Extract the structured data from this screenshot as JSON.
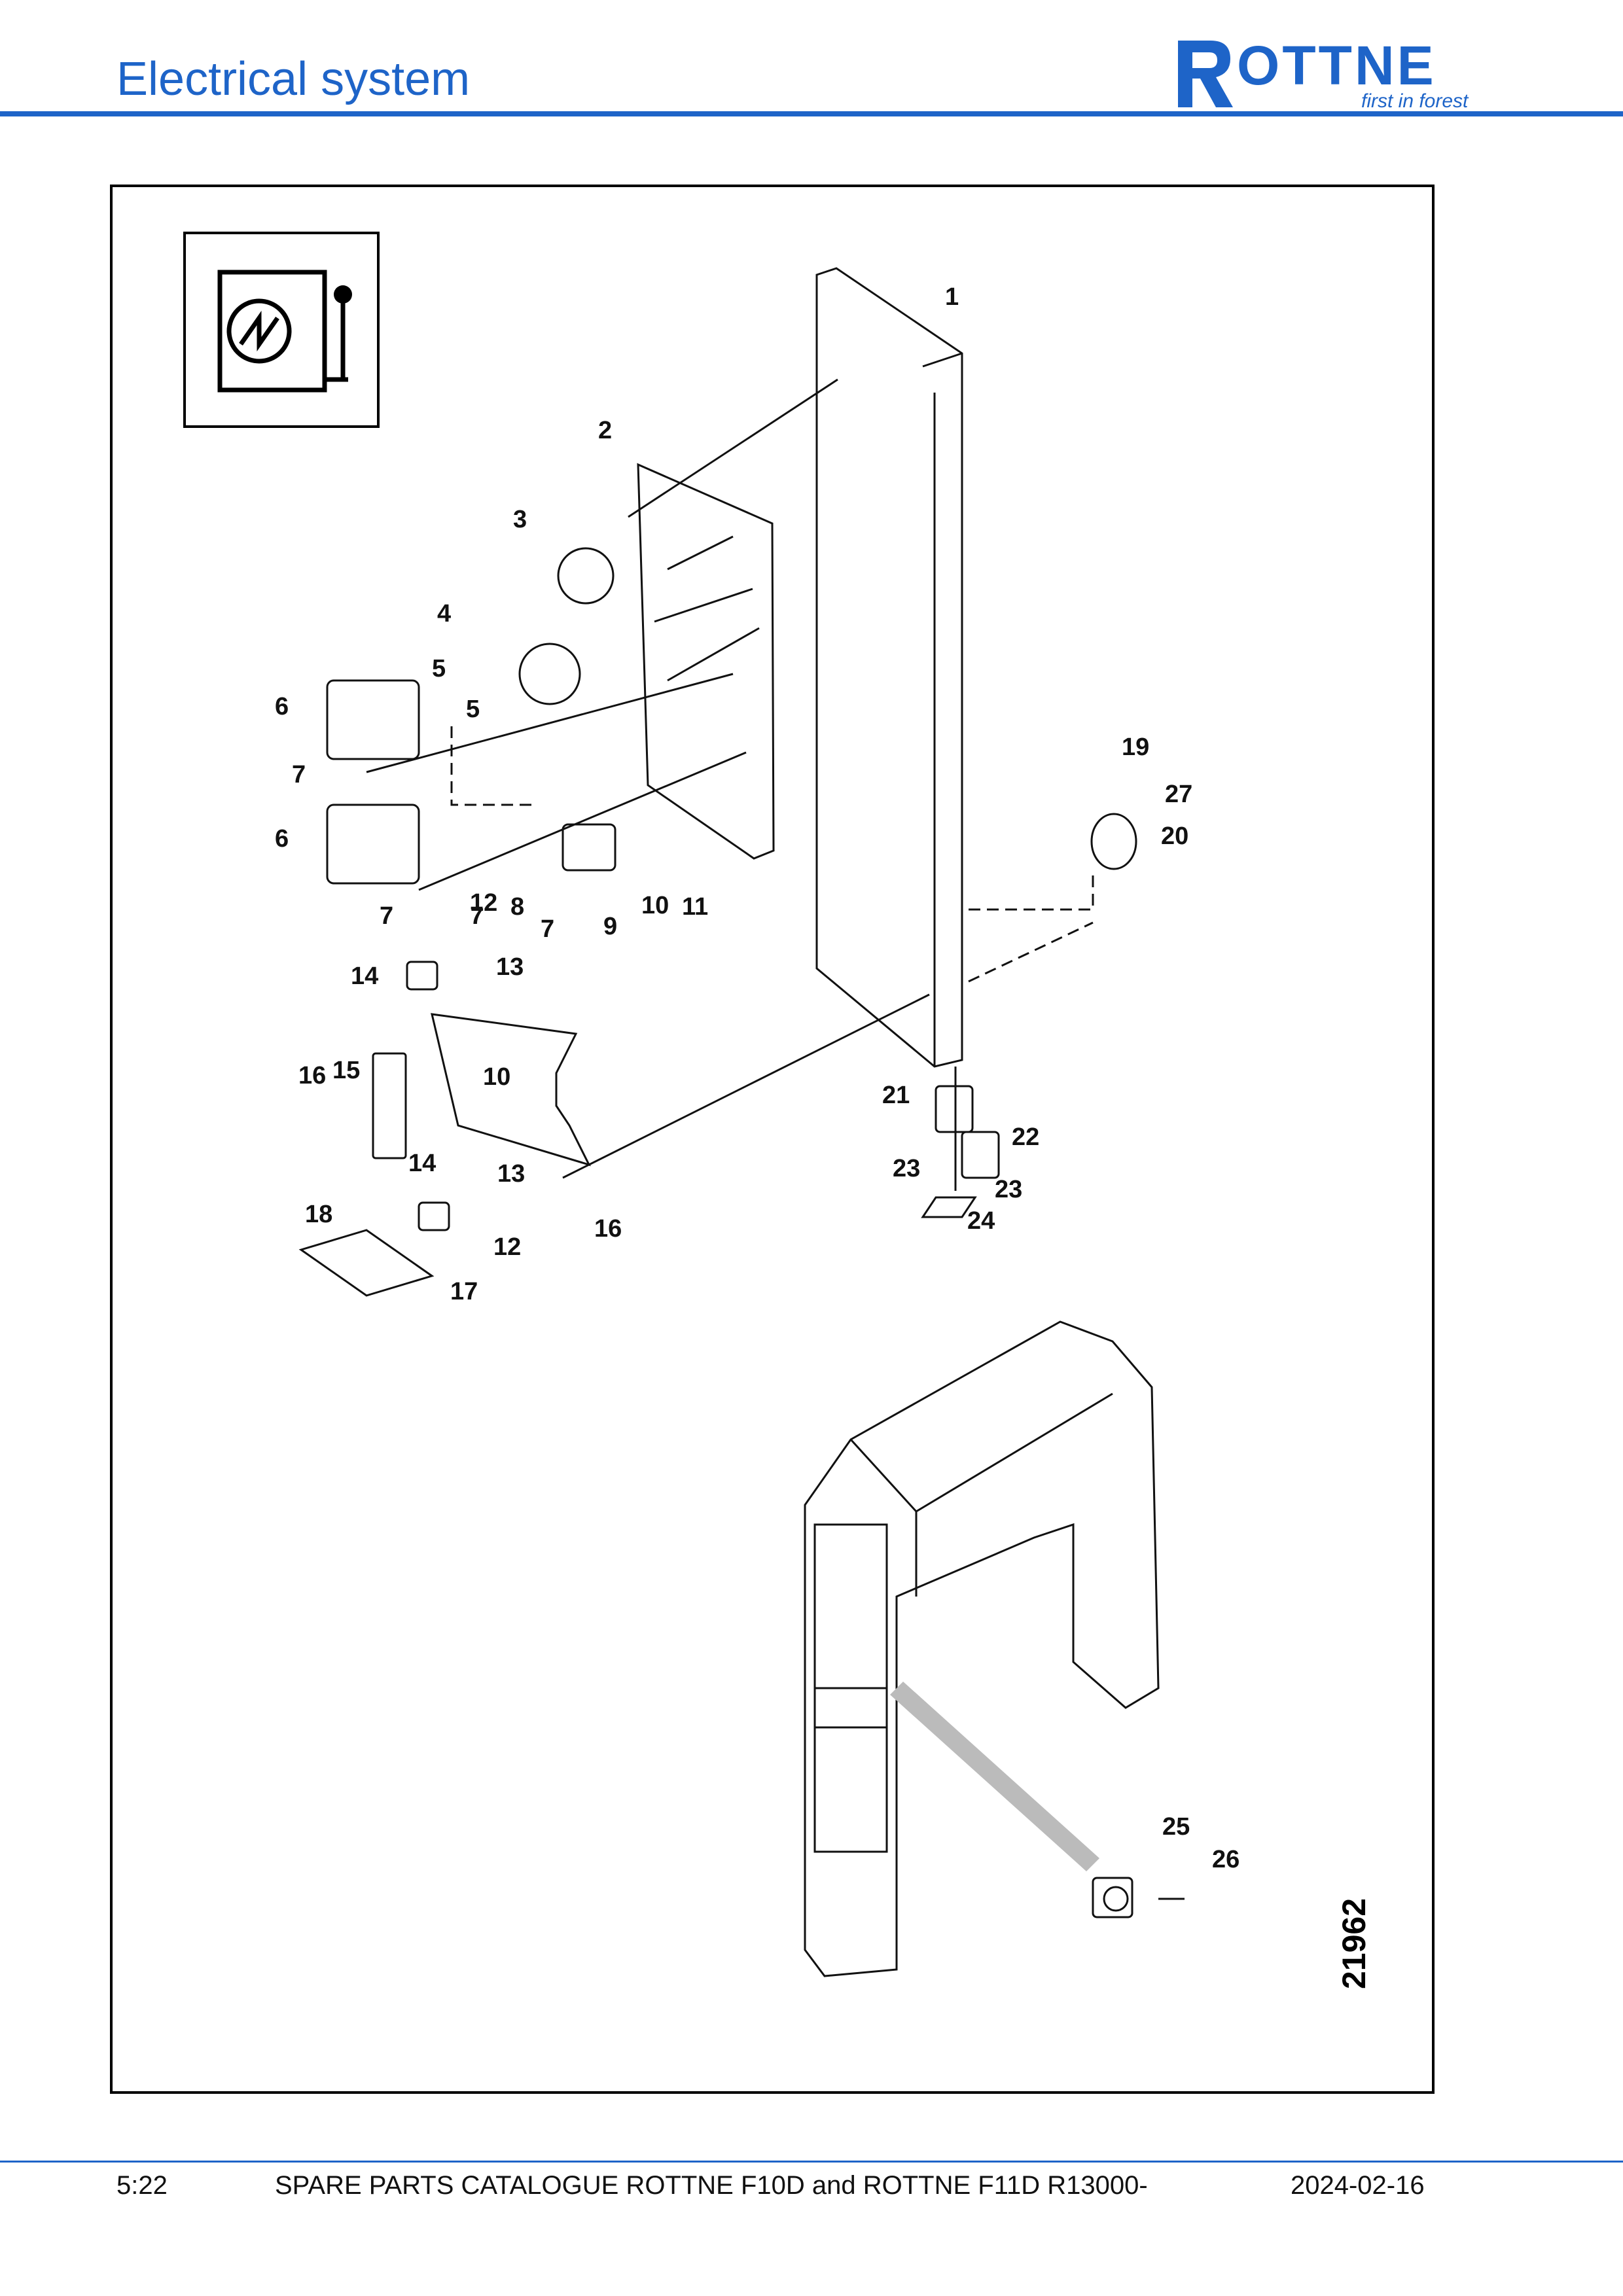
{
  "header": {
    "title": "Electrical system"
  },
  "logo": {
    "name": "ROTTNE",
    "tagline": "first in forest"
  },
  "drawing": {
    "callouts": [
      "1",
      "2",
      "3",
      "4",
      "5",
      "5",
      "6",
      "6",
      "7",
      "7",
      "7",
      "7",
      "8",
      "9",
      "10",
      "10",
      "11",
      "12",
      "12",
      "13",
      "13",
      "14",
      "14",
      "15",
      "16",
      "16",
      "17",
      "18",
      "19",
      "20",
      "21",
      "22",
      "23",
      "23",
      "24",
      "25",
      "26",
      "27"
    ],
    "drawing_number": "21962"
  },
  "footer": {
    "page": "5:22",
    "catalogue": "SPARE PARTS CATALOGUE ROTTNE F10D and ROTTNE F11D R13000-",
    "date": "2024-02-16"
  },
  "colors": {
    "brand": "#1e64c8",
    "ink": "#111111"
  }
}
